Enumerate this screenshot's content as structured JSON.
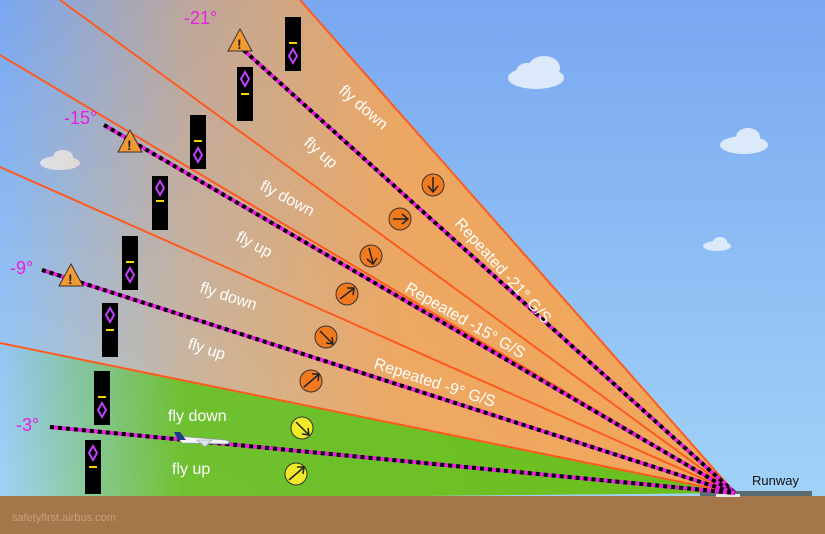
{
  "colors": {
    "sky_top": "#7aa9f2",
    "sky_bottom": "#9fd3f7",
    "orange_band": "#f2a65a",
    "green_band": "#6abf1a",
    "ground": "#a5764a",
    "boundary_line": "#ff5a1e",
    "glide_path_magenta": "#e81ee0",
    "indicator_purple": "#b43cff",
    "indicator_yellow": "#f5d800"
  },
  "glide_paths": [
    {
      "angle": "-21°",
      "repeated_label": "Repeated -21° G/S",
      "upper_zone": "fly down",
      "lower_zone": "fly up"
    },
    {
      "angle": "-15°",
      "repeated_label": "Repeated -15° G/S",
      "upper_zone": "fly down",
      "lower_zone": "fly up"
    },
    {
      "angle": "-9°",
      "repeated_label": "Repeated -9° G/S",
      "upper_zone": "fly down",
      "lower_zone": "fly up"
    },
    {
      "angle": "-3°",
      "repeated_label": "",
      "upper_zone": "fly down",
      "lower_zone": "fly up"
    }
  ],
  "runway_label": "Runway",
  "footer": "safetyfirst.airbus.com"
}
